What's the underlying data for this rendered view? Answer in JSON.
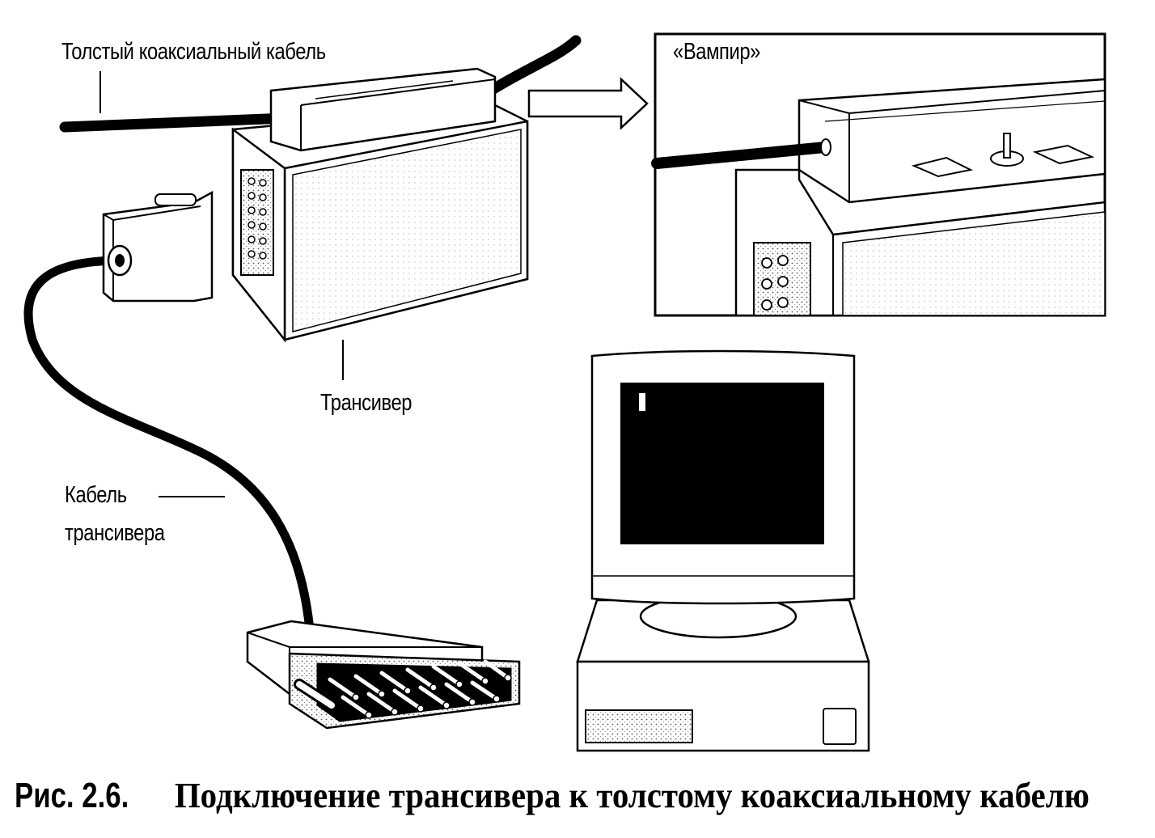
{
  "labels": {
    "thick_coax": "Толстый коаксиальный кабель",
    "vampire": "«Вампир»",
    "transceiver": "Трансивер",
    "transceiver_cable_line1": "Кабель",
    "transceiver_cable_line2": "трансивера"
  },
  "caption": {
    "number": "Рис. 2.6.",
    "text": "Подключение трансивера к толстому коаксиальному кабелю"
  },
  "icons": [
    "thick-coax-cable-icon",
    "transceiver-icon",
    "vampire-tap-icon",
    "transceiver-cable-icon",
    "db15-connector-icon",
    "computer-icon",
    "arrow-right-icon"
  ]
}
